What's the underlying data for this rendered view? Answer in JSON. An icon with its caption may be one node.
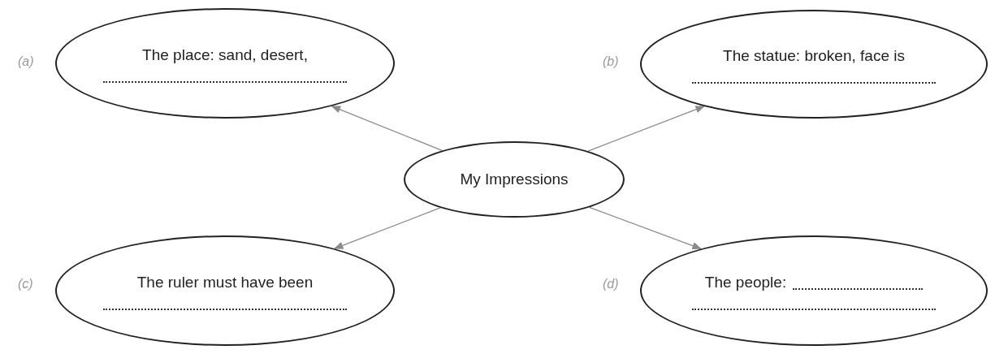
{
  "diagram": {
    "nodes": [
      {
        "text": [
          "The place: sand, desert,"
        ],
        "beside": [
          "(a)"
        ]
      },
      {
        "text": [
          "The statue: broken, face is"
        ],
        "beside": [
          "(b)"
        ]
      },
      {
        "text": [
          "My Impressions"
        ]
      },
      {
        "text": [
          "The ruler must have been"
        ],
        "beside": [
          "(c)"
        ]
      },
      {
        "text": [
          "The people:"
        ],
        "beside": [
          "(d)"
        ]
      }
    ],
    "edges": [
      {
        "from": 2,
        "to": 0,
        "arrow": "to"
      },
      {
        "from": 2,
        "to": 1,
        "arrow": "to"
      },
      {
        "from": 2,
        "to": 3,
        "arrow": "to"
      },
      {
        "from": 2,
        "to": 4,
        "arrow": "to"
      }
    ]
  }
}
